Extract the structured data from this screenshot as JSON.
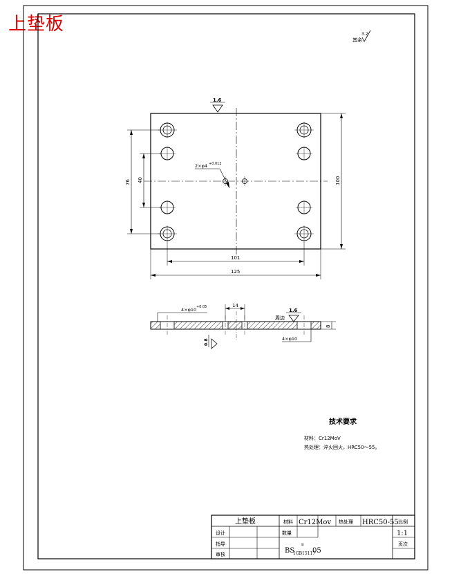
{
  "page_title": "上垫板",
  "corner_roughness": {
    "prefix": "其余",
    "value": "3.2"
  },
  "top_view": {
    "roughness_top": "1.6",
    "hole_note": "2×φ4",
    "hole_note_sup": "+0.012",
    "dim_width": "125",
    "dim_hole_span": "101",
    "dim_height": "100",
    "dim_outer_holes": "76",
    "dim_inner_holes": "40"
  },
  "section_view": {
    "hole_note": "4×φ10",
    "hole_note_sup": "+0.05",
    "dim_center": "14",
    "roughness": "1.6",
    "chamfer_label": "周边",
    "thickness": "8",
    "bottom_note": "4×φ10",
    "roughness_bottom": "0.8"
  },
  "tech_requirements": {
    "title": "技术要求",
    "line1": "材料：Cr12MoV",
    "line2": "热处理：淬火回火，HRC50～55。"
  },
  "title_block": {
    "part_name": "上垫板",
    "material_label": "材料",
    "material_value": "Cr12Mov",
    "heat_label": "热处理",
    "hardness": "HRC50-55",
    "scale_label": "比例",
    "scale_value": "1:1",
    "design_label": "设计",
    "qty_label": "数量",
    "drawn_label": "指导",
    "review_label": "审核",
    "code_main": "BS",
    "code_sub": "1GB15117",
    "code_sup": "B",
    "code_end": "05",
    "sheet_label": "页次"
  }
}
